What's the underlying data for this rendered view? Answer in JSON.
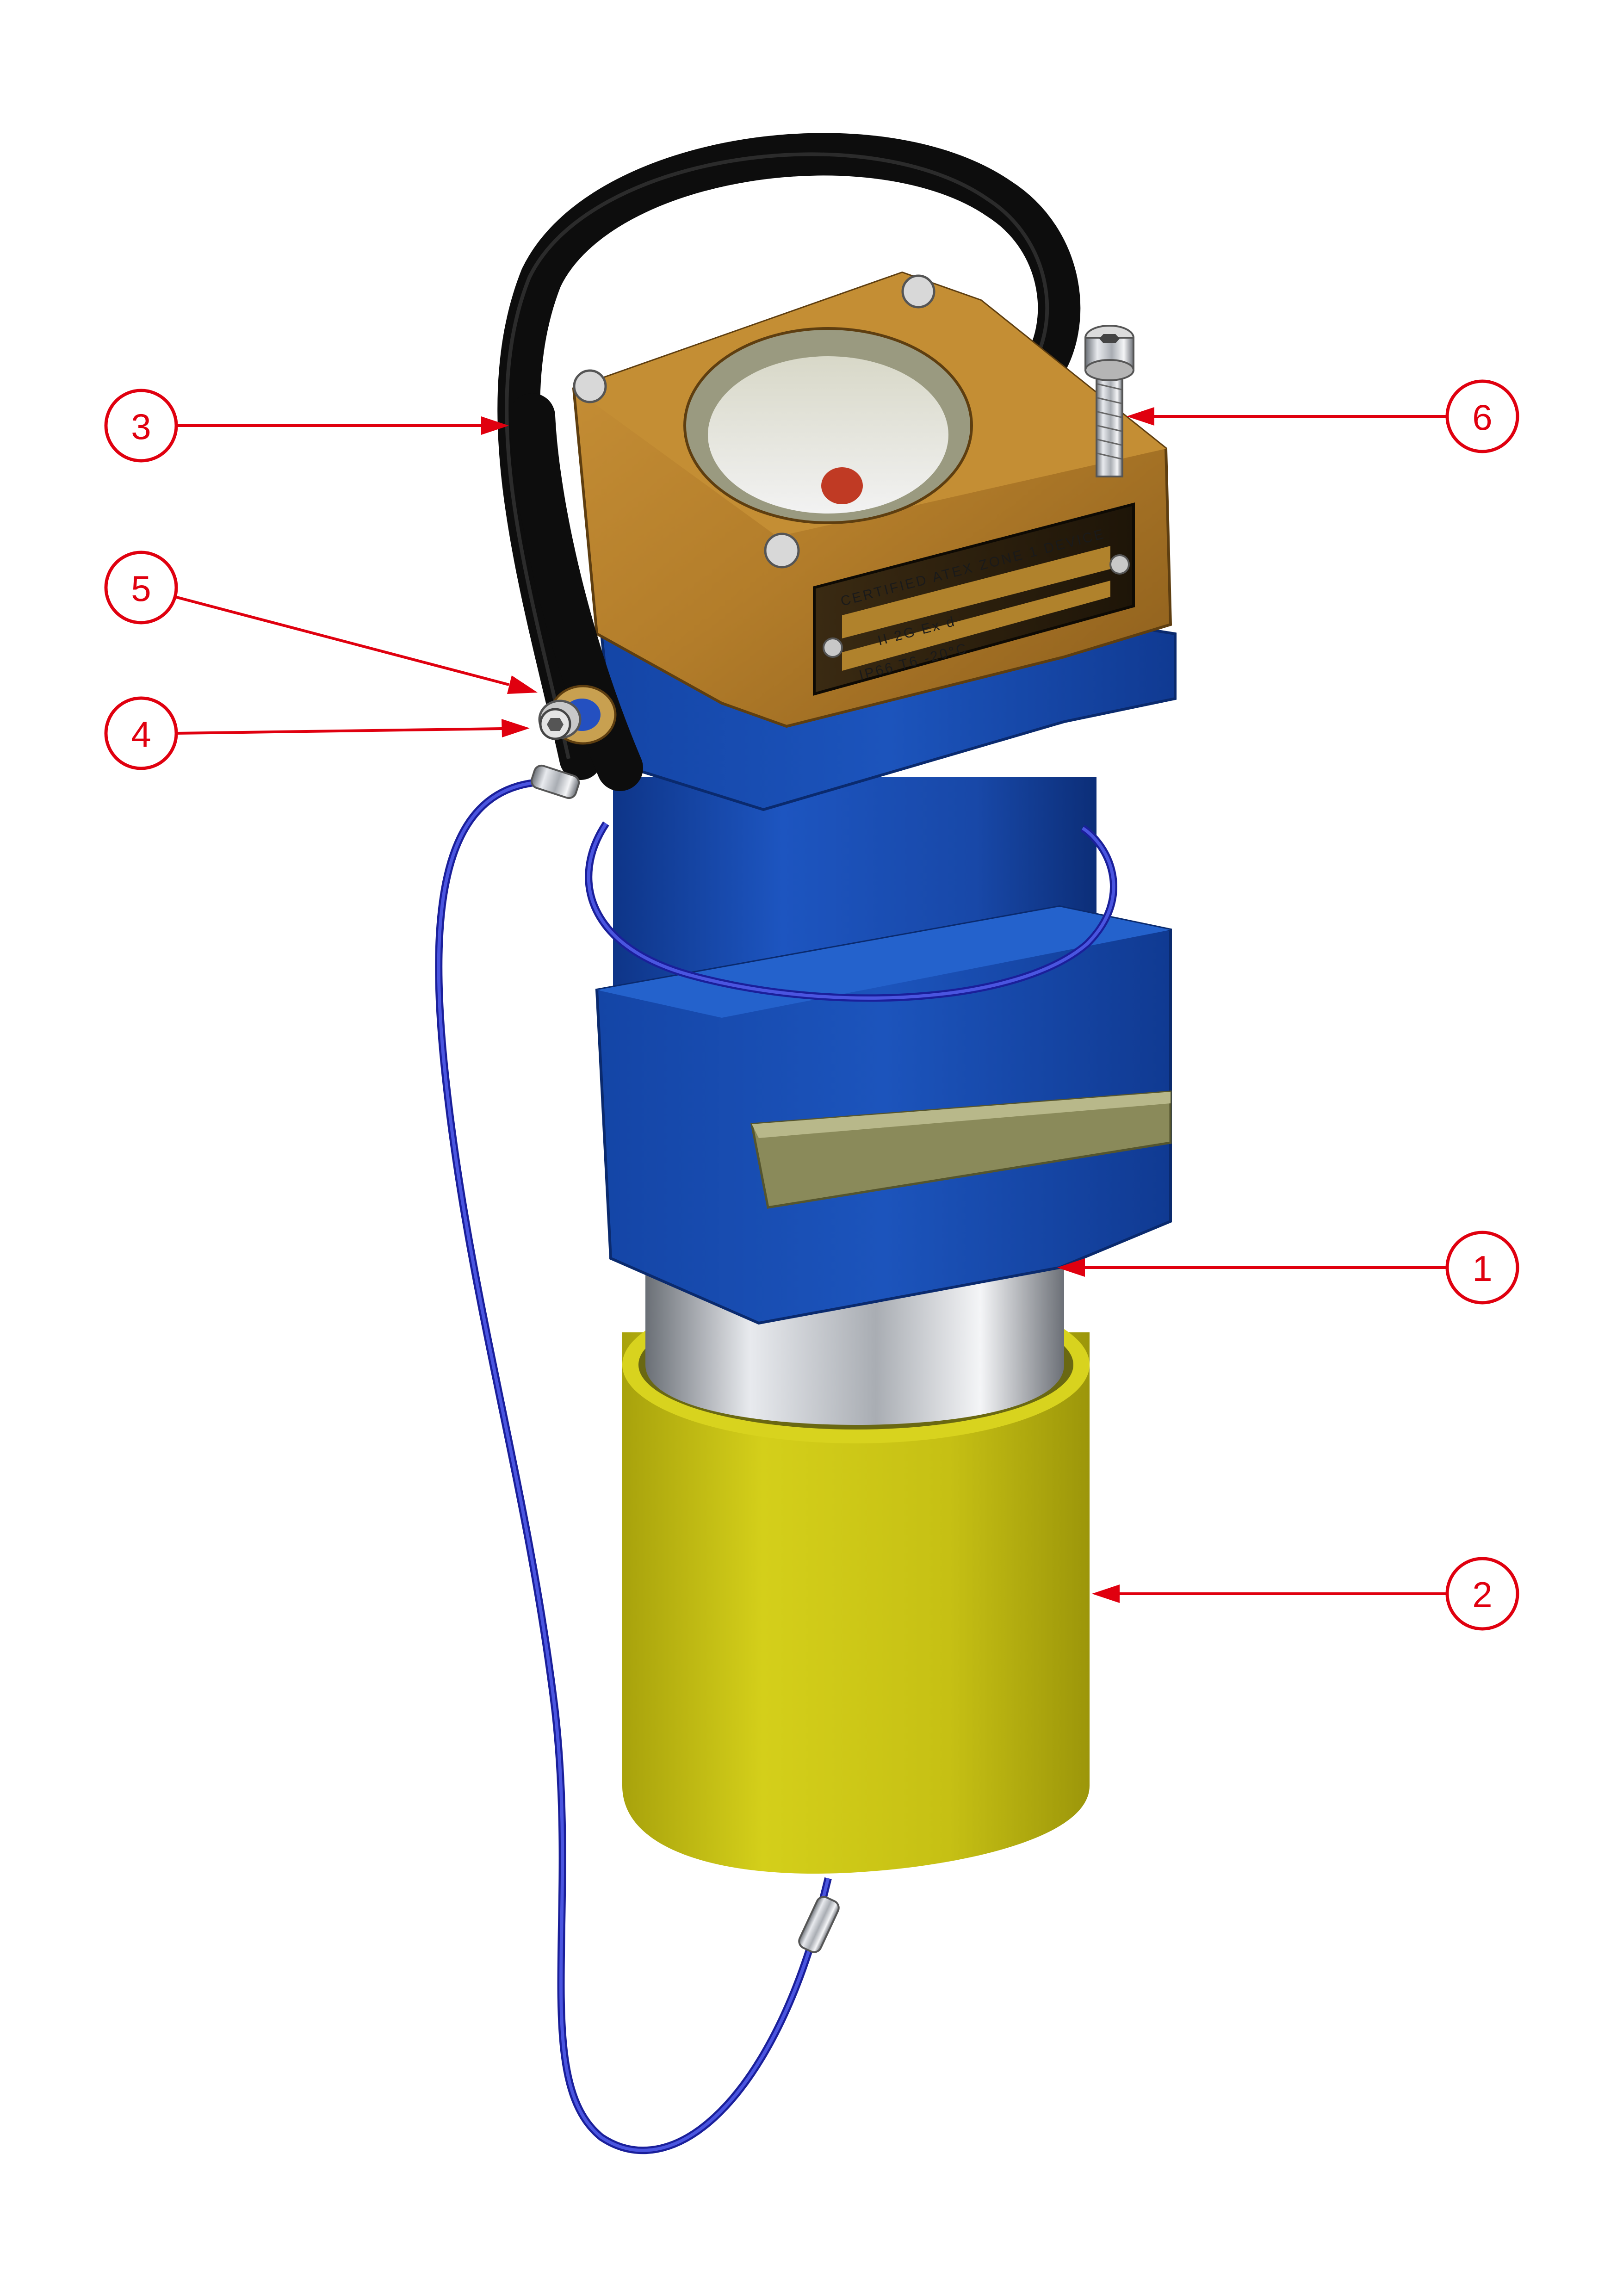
{
  "colors": {
    "callout_red": "#e0000f",
    "housing_blue": "#1646a8",
    "head_bronze": "#b07a2a",
    "cap_yellow": "#c8c414",
    "strap_black": "#111111",
    "cable_blue": "#2a34c8",
    "steel": "#b8bcc2"
  },
  "callouts": [
    {
      "label": "3",
      "part": "strap"
    },
    {
      "label": "6",
      "part": "head-screw"
    },
    {
      "label": "5",
      "part": "washer"
    },
    {
      "label": "4",
      "part": "strap-screw"
    },
    {
      "label": "1",
      "part": "housing"
    },
    {
      "label": "2",
      "part": "protective-cap"
    }
  ],
  "nameplate": {
    "line1": "CERTIFIED ATEX ZONE 1 DEVICE",
    "line2": "II 2G Ex d",
    "line3": "IP66  T6  -20°C"
  }
}
